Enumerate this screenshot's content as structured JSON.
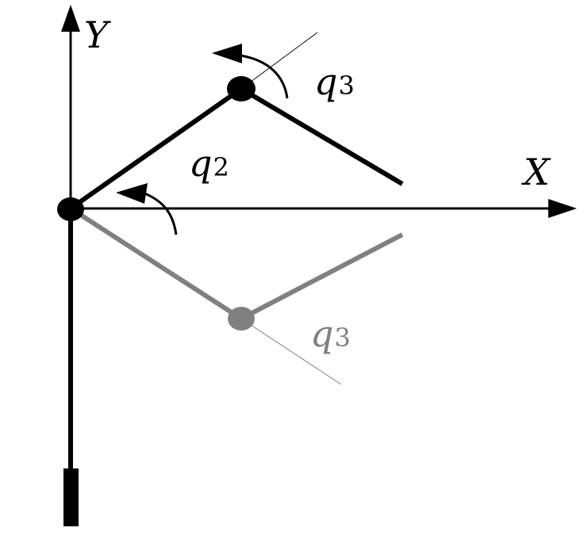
{
  "axes": {
    "x_label": "X",
    "y_label": "Y"
  },
  "angles": {
    "q2": {
      "symbol": "q",
      "subscript": "2"
    },
    "q3_upper": {
      "symbol": "q",
      "subscript": "3"
    },
    "q3_lower": {
      "symbol": "q",
      "subscript": "3"
    }
  },
  "colors": {
    "primary": "#000000",
    "mirrored": "#808080",
    "background": "#ffffff"
  }
}
